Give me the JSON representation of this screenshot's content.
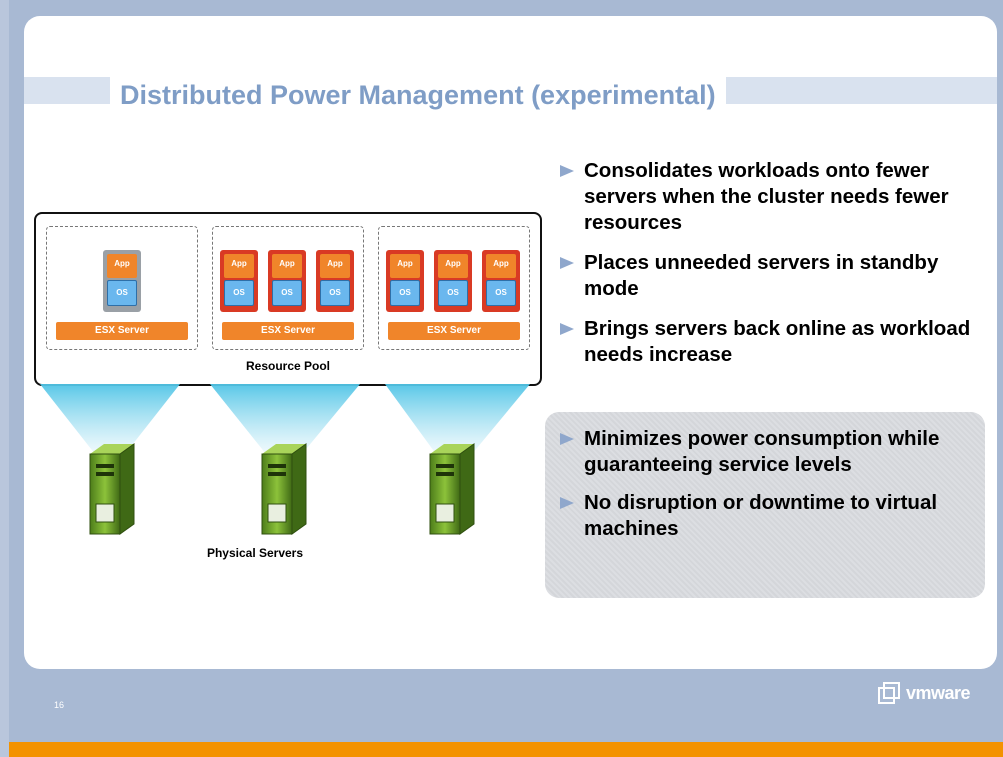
{
  "title": "Distributed Power Management (experimental)",
  "bullets": [
    "Consolidates workloads onto fewer servers when the cluster needs fewer resources",
    "Places unneeded servers in standby mode",
    "Brings servers back online as workload needs increase"
  ],
  "callout_bullets": [
    "Minimizes power consumption while guaranteeing service levels",
    "No disruption or downtime to virtual machines"
  ],
  "diagram": {
    "esx_label": "ESX Server",
    "app_label": "App",
    "os_label": "OS",
    "resource_pool_label": "Resource Pool",
    "physical_servers_label": "Physical Servers"
  },
  "footer": {
    "page_number": "16",
    "brand": "vmware"
  },
  "colors": {
    "title": "#7f9dc6",
    "accent_orange": "#f39200",
    "vm_app": "#f0852a",
    "vm_os": "#6ab7ee",
    "server_green": "#6fa32a"
  }
}
